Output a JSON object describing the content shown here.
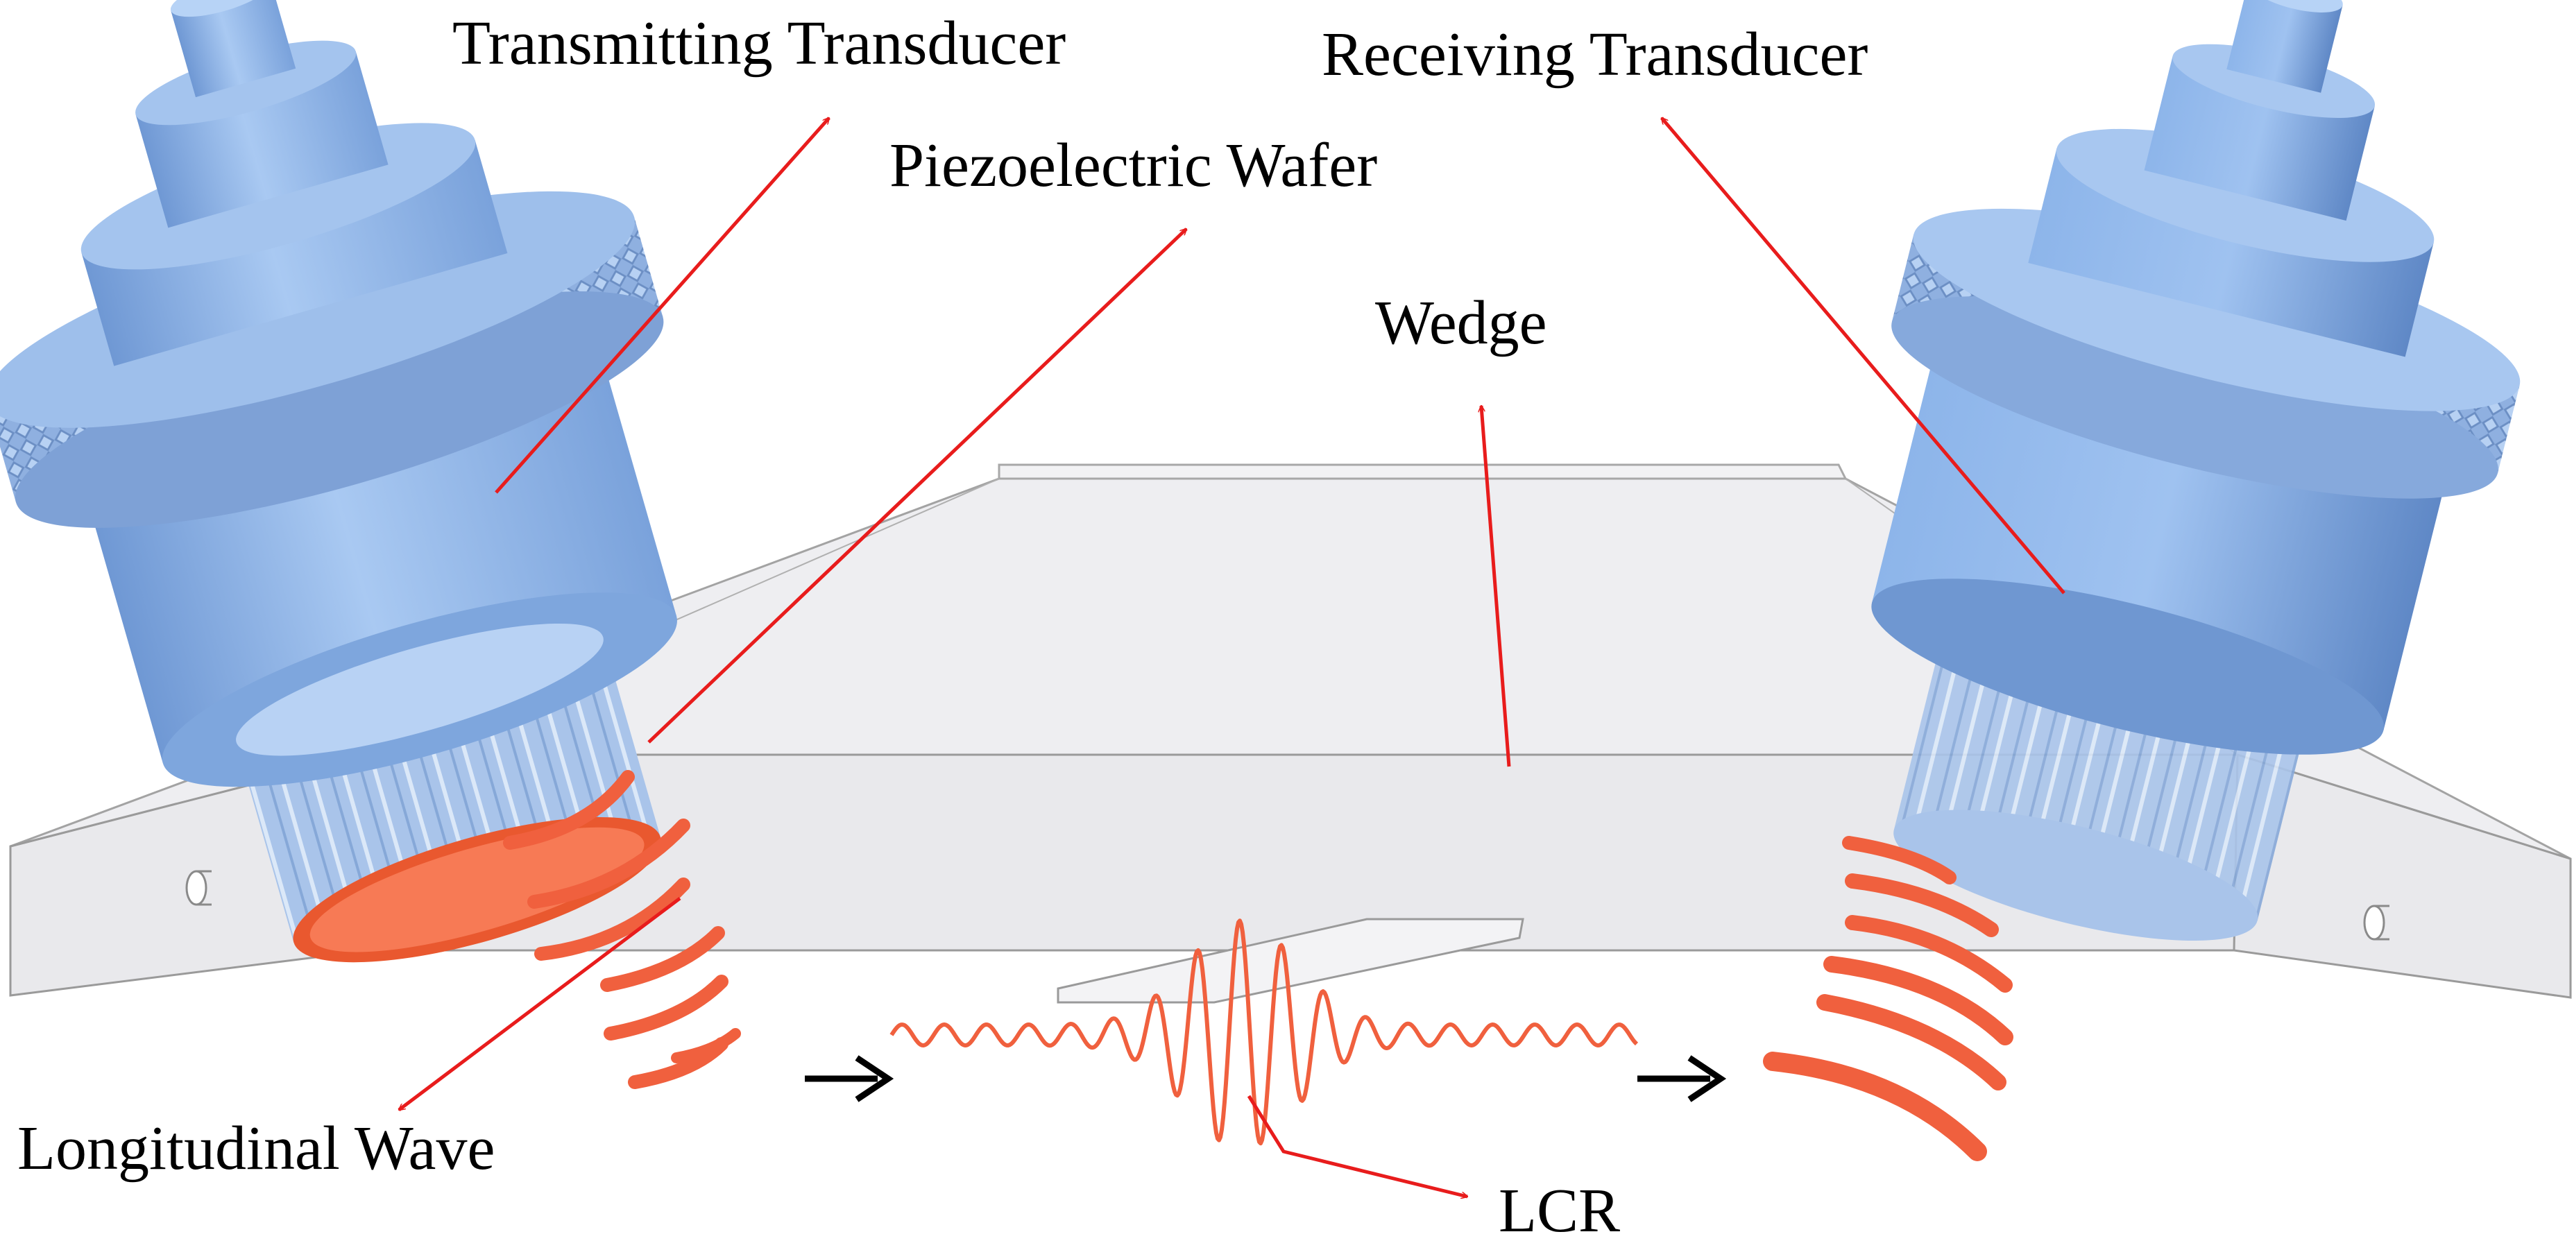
{
  "labels": {
    "transmitting_transducer": "Transmitting Transducer",
    "receiving_transducer": "Receiving Transducer",
    "piezoelectric_wafer": "Piezoelectric Wafer",
    "wedge": "Wedge",
    "longitudinal_wave": "Longitudinal Wave",
    "lcr": "LCR"
  },
  "colors": {
    "background": "#ffffff",
    "transducer_body": "#8fb4e8",
    "transducer_shade": "#6b93cf",
    "wedge_fill": "#e6e6e8",
    "wedge_edge": "#9a9a9a",
    "wave": "#f0603e",
    "annotation_arrow": "#e81c1c",
    "direction_arrow": "#000000"
  }
}
